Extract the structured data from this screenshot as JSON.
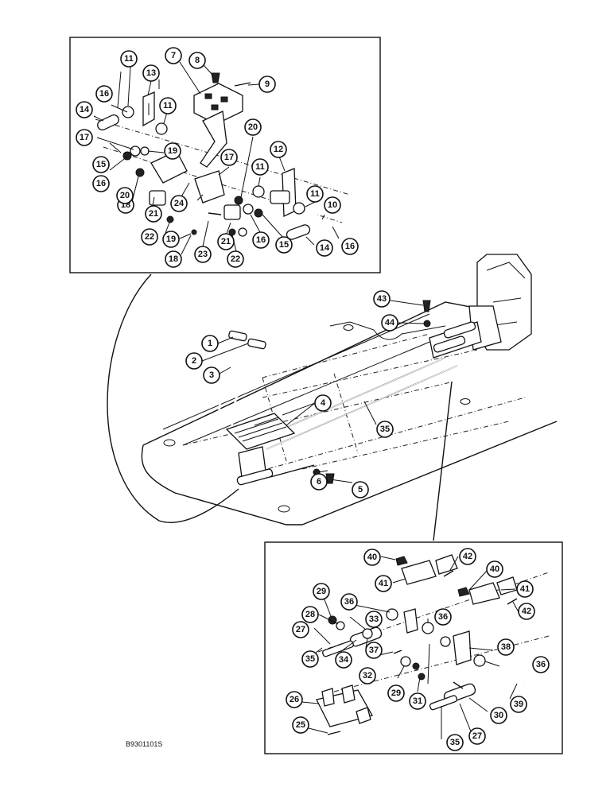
{
  "drawing_code": "B9301101S",
  "callouts": {
    "top_inset": [
      "7",
      "8",
      "9",
      "11",
      "11",
      "11",
      "11",
      "12",
      "13",
      "14",
      "14",
      "15",
      "15",
      "16",
      "16",
      "16",
      "16",
      "17",
      "17",
      "18",
      "18",
      "19",
      "19",
      "20",
      "20",
      "21",
      "21",
      "22",
      "22",
      "23",
      "24",
      "10"
    ],
    "main_view": [
      "1",
      "2",
      "3",
      "4",
      "5",
      "6",
      "35",
      "43",
      "44"
    ],
    "bottom_inset": [
      "25",
      "26",
      "27",
      "27",
      "28",
      "29",
      "29",
      "30",
      "31",
      "32",
      "33",
      "34",
      "35",
      "35",
      "36",
      "36",
      "36",
      "37",
      "38",
      "39",
      "40",
      "40",
      "41",
      "41",
      "42",
      "42"
    ]
  }
}
